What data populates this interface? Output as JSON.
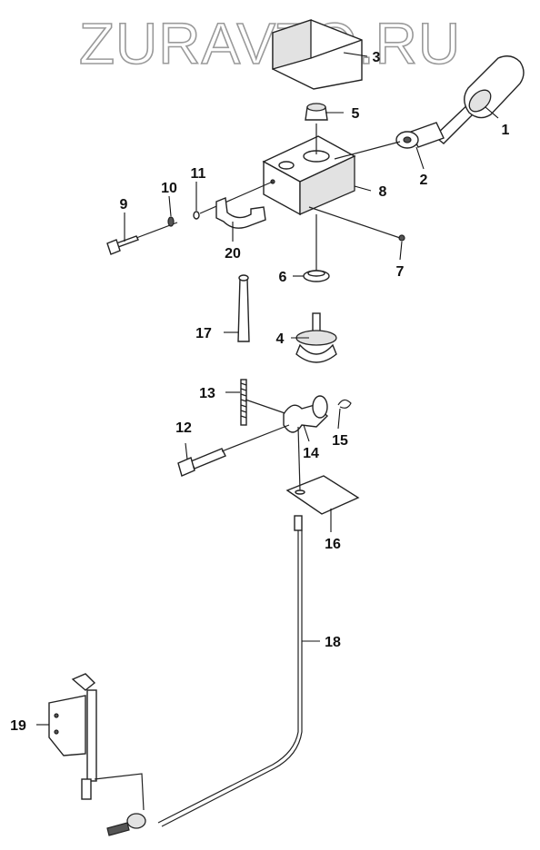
{
  "watermark": "ZURAVTO.RU",
  "parts": [
    {
      "id": "label-1",
      "number": "1"
    },
    {
      "id": "label-2",
      "number": "2"
    },
    {
      "id": "label-3",
      "number": "3"
    },
    {
      "id": "label-4",
      "number": "4"
    },
    {
      "id": "label-5",
      "number": "5"
    },
    {
      "id": "label-6",
      "number": "6"
    },
    {
      "id": "label-7",
      "number": "7"
    },
    {
      "id": "label-8",
      "number": "8"
    },
    {
      "id": "label-9",
      "number": "9"
    },
    {
      "id": "label-10",
      "number": "10"
    },
    {
      "id": "label-11",
      "number": "11"
    },
    {
      "id": "label-12",
      "number": "12"
    },
    {
      "id": "label-13",
      "number": "13"
    },
    {
      "id": "label-14",
      "number": "14"
    },
    {
      "id": "label-15",
      "number": "15"
    },
    {
      "id": "label-16",
      "number": "16"
    },
    {
      "id": "label-17",
      "number": "17"
    },
    {
      "id": "label-18",
      "number": "18"
    },
    {
      "id": "label-19",
      "number": "19"
    },
    {
      "id": "label-20",
      "number": "20"
    }
  ]
}
